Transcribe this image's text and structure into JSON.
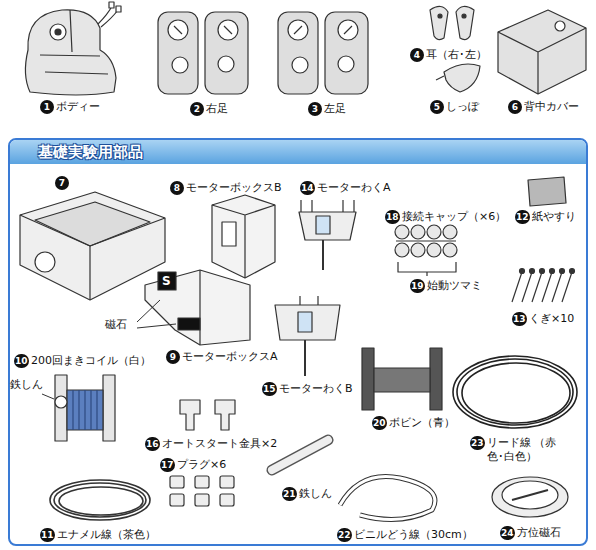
{
  "diagram": {
    "nodes": [
      {
        "text": [
          "基礎実験用部品"
        ]
      }
    ],
    "labels": [
      "1",
      "ボディー",
      "2",
      "右足",
      "3",
      "左足",
      "4",
      "耳（右･左）",
      "5",
      "しっぽ",
      "6",
      "背中カバー",
      "7",
      "8",
      "モーターボックスB",
      "14",
      "モーターわくA",
      "18",
      "接続キャップ（×6）",
      "12",
      "紙やすり",
      "S",
      "磁石",
      "9",
      "モーターボックスA",
      "19",
      "始動ツマミ",
      "13",
      "くぎ×10",
      "15",
      "モーターわくB",
      "10",
      "200回まきコイル（白）",
      "鉄しん",
      "20",
      "ボビン（青）",
      "23",
      "リード線 （赤色･白色）",
      "16",
      "オートスタート金具×2",
      "17",
      "プラグ×6",
      "21",
      "鉄しん",
      "11",
      "エナメル線（茶色）",
      "22",
      "ビニルどう線（30cm）",
      "24",
      "方位磁石"
    ]
  }
}
